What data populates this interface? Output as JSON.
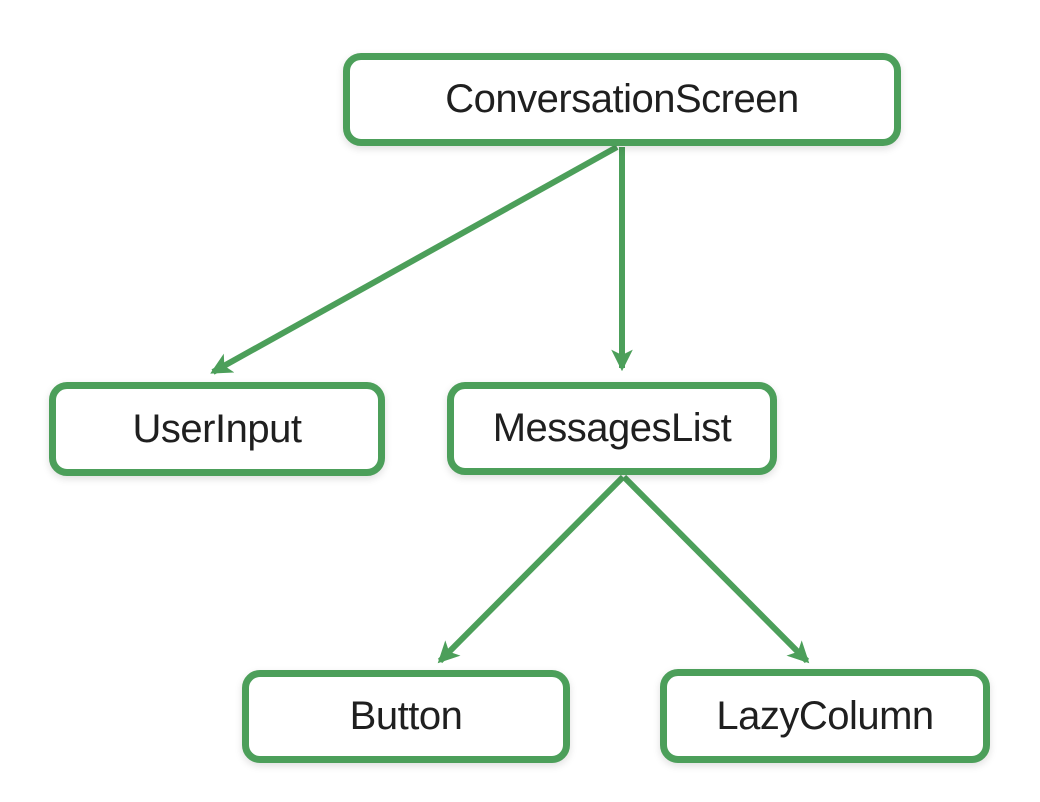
{
  "colors": {
    "accent_green": "#4c9f5a",
    "text": "#1f1f1f",
    "background": "#ffffff"
  },
  "diagram": {
    "type": "tree",
    "description": "Composable UI hierarchy tree",
    "nodes": [
      {
        "id": "conversation_screen",
        "label": "ConversationScreen",
        "level": 0
      },
      {
        "id": "user_input",
        "label": "UserInput",
        "level": 1
      },
      {
        "id": "messages_list",
        "label": "MessagesList",
        "level": 1
      },
      {
        "id": "button",
        "label": "Button",
        "level": 2
      },
      {
        "id": "lazy_column",
        "label": "LazyColumn",
        "level": 2
      }
    ],
    "edges": [
      {
        "from": "ConversationScreen",
        "to": "UserInput"
      },
      {
        "from": "ConversationScreen",
        "to": "MessagesList"
      },
      {
        "from": "MessagesList",
        "to": "Button"
      },
      {
        "from": "MessagesList",
        "to": "LazyColumn"
      }
    ]
  }
}
